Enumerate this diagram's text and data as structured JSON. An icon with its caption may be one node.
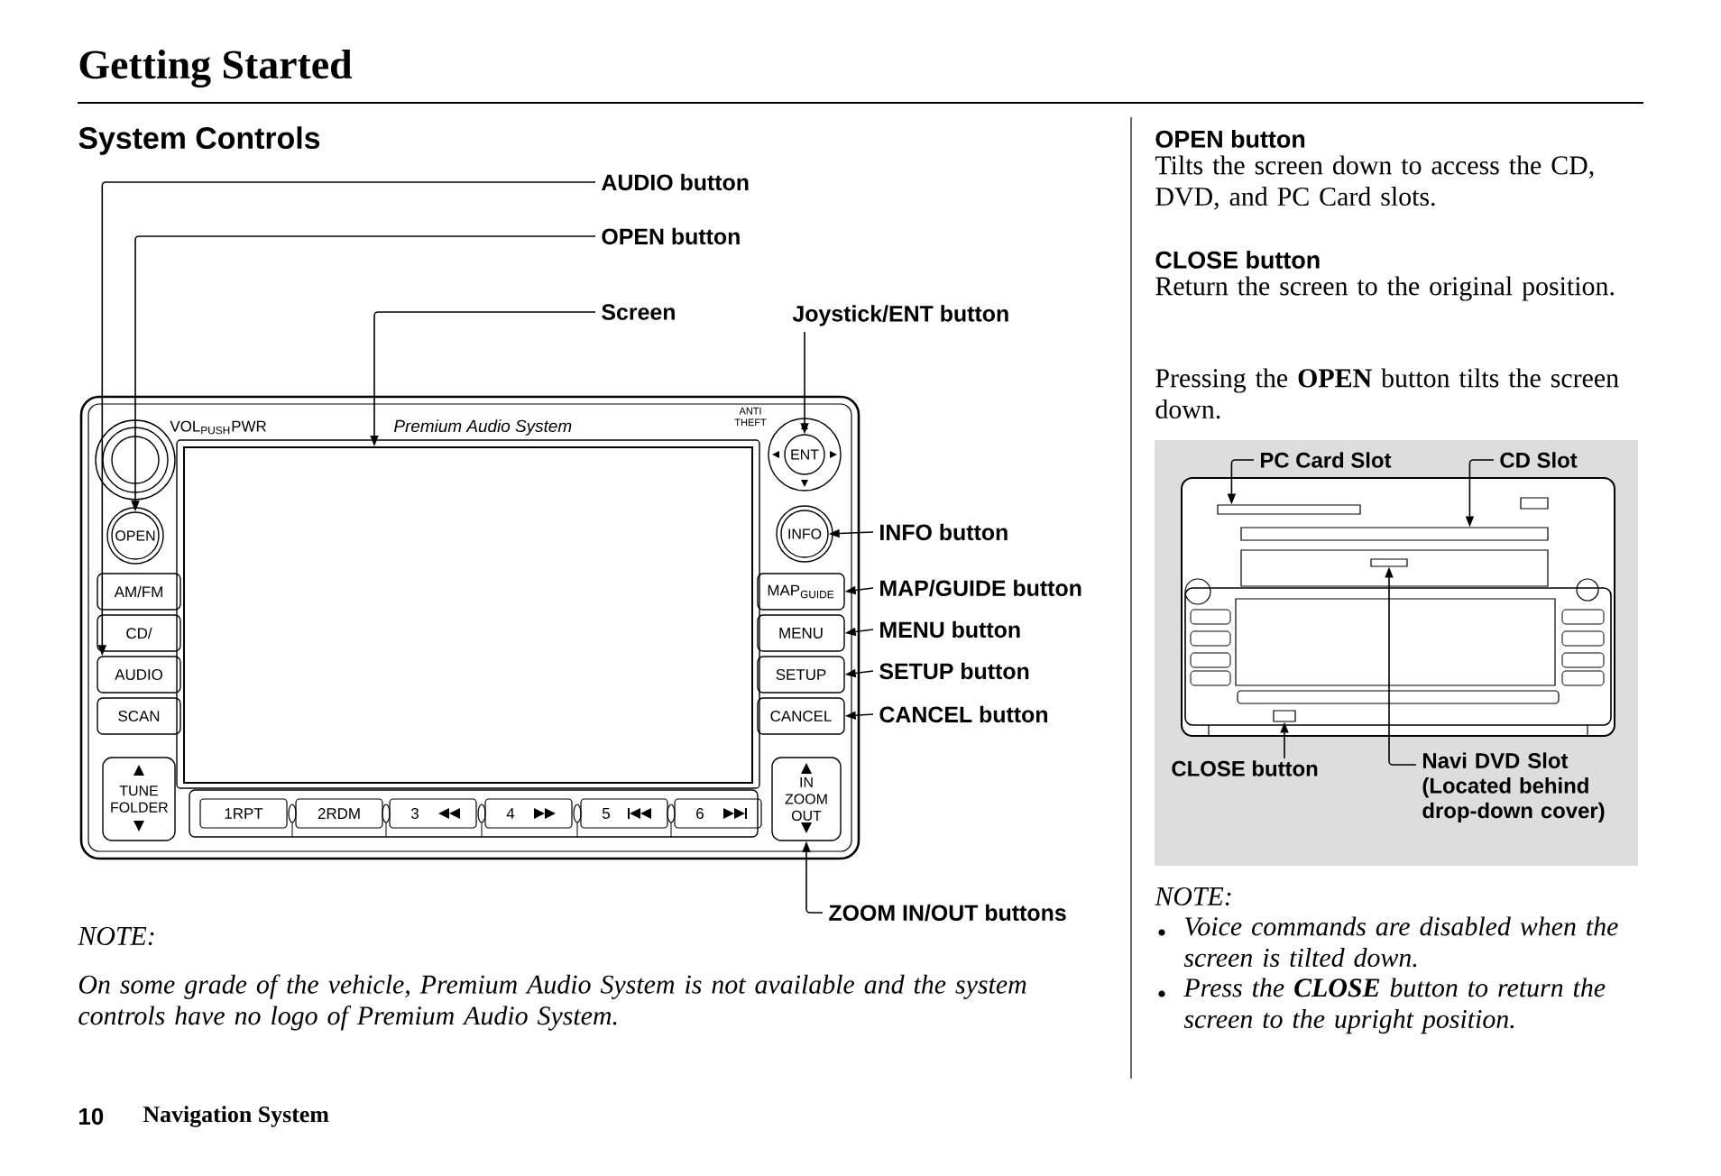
{
  "diagram": {
    "title": "Getting Started",
    "nodes": [
      {
        "text": [
          "AUDIO button"
        ]
      },
      {
        "text": [
          "OPEN button"
        ]
      },
      {
        "text": [
          "Screen"
        ]
      },
      {
        "text": [
          "Joystick/ENT button"
        ]
      },
      {
        "text": [
          "INFO button"
        ]
      },
      {
        "text": [
          "MAP/GUIDE button"
        ]
      },
      {
        "text": [
          "MENU button"
        ]
      },
      {
        "text": [
          "SETUP button"
        ]
      },
      {
        "text": [
          "CANCEL button"
        ]
      },
      {
        "text": [
          "ZOOM IN/OUT buttons"
        ]
      },
      {
        "text": [
          "OPEN"
        ]
      },
      {
        "text": [
          "AUDIO"
        ]
      },
      {
        "text": [],
        "shape": "box"
      },
      {
        "text": [
          "ENT"
        ]
      },
      {
        "text": [
          "INFO"
        ]
      },
      {
        "text": [
          "MAP$_{GUIDE}$"
        ]
      },
      {
        "text": [
          "MENU"
        ]
      },
      {
        "text": [
          "SETUP"
        ]
      },
      {
        "text": [
          "CANCEL"
        ]
      },
      {
        "text": [
          "IN ZOOM OUT"
        ]
      },
      {
        "text": [
          "AM/FM"
        ]
      },
      {
        "text": [
          "CD/"
        ]
      },
      {
        "text": [
          "SCAN"
        ]
      },
      {
        "text": [
          "TUNE FOLDER"
        ]
      },
      {
        "text": [
          "1RPT"
        ]
      },
      {
        "text": [
          "2RDM"
        ]
      },
      {
        "text": [
          "3"
        ]
      },
      {
        "text": [
          "4"
        ]
      },
      {
        "text": [
          "5"
        ]
      },
      {
        "text": [
          "6"
        ]
      },
      {
        "text": [
          "PC Card Slot"
        ]
      },
      {
        "text": [
          "CD Slot"
        ]
      },
      {
        "text": [
          "CLOSE button"
        ]
      },
      {
        "text": [
          "Navi DVD Slot (Located behind drop-down cover)"
        ]
      },
      {
        "text": [],
        "shape": "box"
      },
      {
        "text": [],
        "shape": "box"
      },
      {
        "text": [],
        "shape": "box"
      },
      {
        "text": [],
        "shape": "box"
      }
    ],
    "edges": [
      {
        "from": 0,
        "to": 11,
        "arrow": "to"
      },
      {
        "from": 1,
        "to": 10,
        "arrow": "to"
      },
      {
        "from": 2,
        "to": 12,
        "arrow": "to"
      },
      {
        "from": 3,
        "to": 13,
        "arrow": "to"
      },
      {
        "from": 4,
        "to": 14,
        "arrow": "to"
      },
      {
        "from": 5,
        "to": 15,
        "arrow": "to"
      },
      {
        "from": 6,
        "to": 16,
        "arrow": "to"
      },
      {
        "from": 7,
        "to": 17,
        "arrow": "to"
      },
      {
        "from": 8,
        "to": 18,
        "arrow": "to"
      },
      {
        "from": 9,
        "to": 19,
        "arrow": "to"
      },
      {
        "from": 30,
        "to": 34,
        "arrow": "to"
      },
      {
        "from": 31,
        "to": 35,
        "arrow": "to"
      },
      {
        "from": 32,
        "to": 36,
        "arrow": "to"
      },
      {
        "from": 33,
        "to": 37,
        "arrow": "to"
      }
    ],
    "labels": [
      "System Controls",
      "VOL$_{PUSH}$PWR",
      "Premium Audio System",
      "ANTI THEFT",
      "OPEN button",
      "Tilts the screen down to access the CD, DVD, and PC Card slots.",
      "CLOSE button",
      "Return the screen to the original position.",
      "Pressing the **OPEN** button tilts the screen down.",
      "NOTE:",
      "On some grade of the vehicle, Premium Audio System is not available and the system controls have no logo of Premium Audio System.",
      "NOTE:",
      "Voice commands are disabled when the screen is tilted down.",
      "Press the **CLOSE** button to return the screen to the upright position.",
      "10",
      "Navigation System"
    ]
  }
}
